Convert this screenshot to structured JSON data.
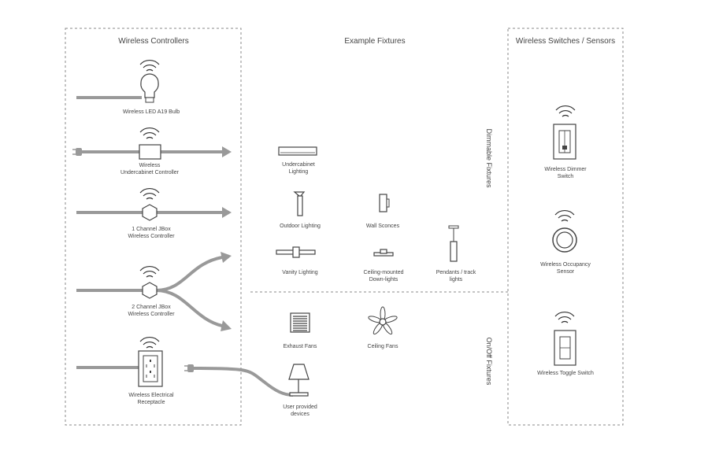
{
  "sections": {
    "controllers": "Wireless Controllers",
    "fixtures": "Example Fixtures",
    "switches": "Wireless Switches / Sensors",
    "dimmable": "Dimmable Fixtures",
    "onoff": "On/Off Fixtures"
  },
  "controllers": {
    "bulb": "Wireless LED A19 Bulb",
    "undercabinet_1": "Wireless",
    "undercabinet_2": "Undercabinet Controller",
    "jbox1_1": "1 Channel JBox",
    "jbox1_2": "Wireless Controller",
    "jbox2_1": "2 Channel JBox",
    "jbox2_2": "Wireless Controller",
    "receptacle_1": "Wireless Electrical",
    "receptacle_2": "Receptacle"
  },
  "fixtures": {
    "undercabinet_1": "Undercabinet",
    "undercabinet_2": "Lighting",
    "outdoor": "Outdoor Lighting",
    "wall_sconces": "Wall Sconces",
    "vanity": "Vanity Lighting",
    "ceiling_1": "Ceiling-mounted",
    "ceiling_2": "Down-lights",
    "pendants_1": "Pendants / track",
    "pendants_2": "lights",
    "exhaust": "Exhaust Fans",
    "ceiling_fans": "Ceiling Fans",
    "user_1": "User provided",
    "user_2": "devices"
  },
  "switches": {
    "dimmer_1": "Wireless Dimmer",
    "dimmer_2": "Switch",
    "occupancy_1": "Wireless Occupancy",
    "occupancy_2": "Sensor",
    "toggle": "Wireless Toggle Switch"
  },
  "colors": {
    "wire": "#999999",
    "line": "#444444",
    "border": "#888888"
  }
}
